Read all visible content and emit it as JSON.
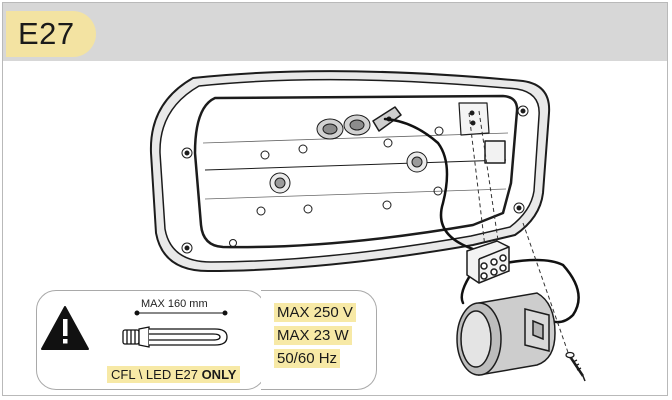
{
  "badge": {
    "label": "E27"
  },
  "warning": {
    "max_length_text": "MAX 160 mm",
    "lamp_type_text": "CFL \\ LED E27 ",
    "lamp_type_emphasis": "ONLY"
  },
  "specs": {
    "voltage": "MAX 250 V",
    "power": "MAX 23 W",
    "frequency": "50/60 Hz"
  },
  "colors": {
    "badge_background": "#f3e3a2",
    "header_background": "#d7d7d7",
    "highlight": "#f7e9a6"
  },
  "icons": [
    "warning-triangle-icon",
    "cfl-bulb-icon",
    "screw-icon",
    "terminal-block-icon",
    "lamp-socket-icon"
  ]
}
